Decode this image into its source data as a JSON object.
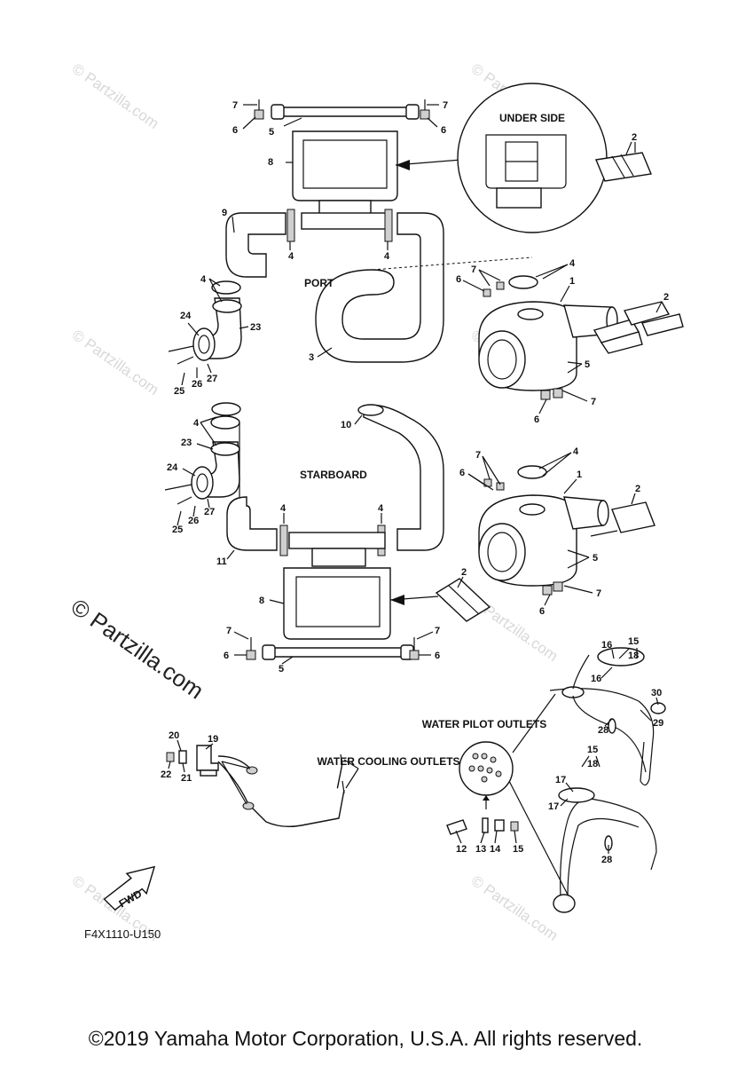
{
  "watermarks": {
    "repeated": "© Partzilla.com",
    "large": "© Partzilla.com"
  },
  "callouts": {
    "under_side": "UNDER SIDE",
    "port": "PORT",
    "starboard": "STARBOARD",
    "water_cooling_outlets": "WATER COOLING OUTLETS",
    "water_pilot_outlets": "WATER PILOT OUTLETS",
    "fwd": "FWD"
  },
  "diagram_code": "F4X1110-U150",
  "copyright": "©2019 Yamaha Motor Corporation, U.S.A. All rights reserved."
}
